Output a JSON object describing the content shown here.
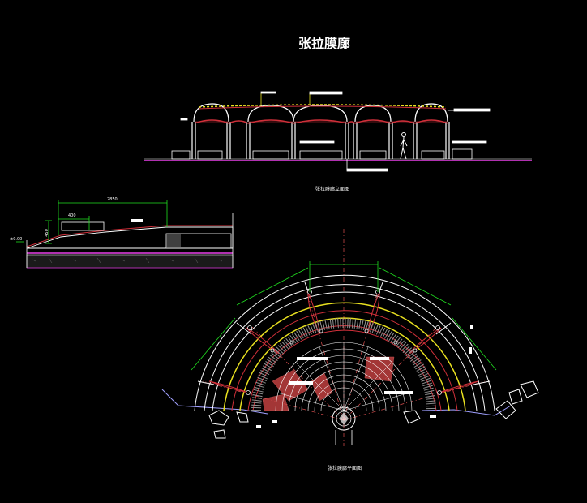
{
  "title": "张拉膜廊",
  "elevation_caption": "张拉膜廊立面图",
  "plan_caption": "张拉膜廊平面图",
  "section_dims": {
    "total": "2850",
    "step": "400",
    "height": "450",
    "level": "±0.00"
  },
  "colors": {
    "background": "#000000",
    "membrane": "#d0303a",
    "frame": "#ffffff",
    "ground": "#b030b0",
    "dimension": "#20e020",
    "accent": "#e8e020",
    "paving": "#c04040",
    "axis": "#e05050"
  }
}
